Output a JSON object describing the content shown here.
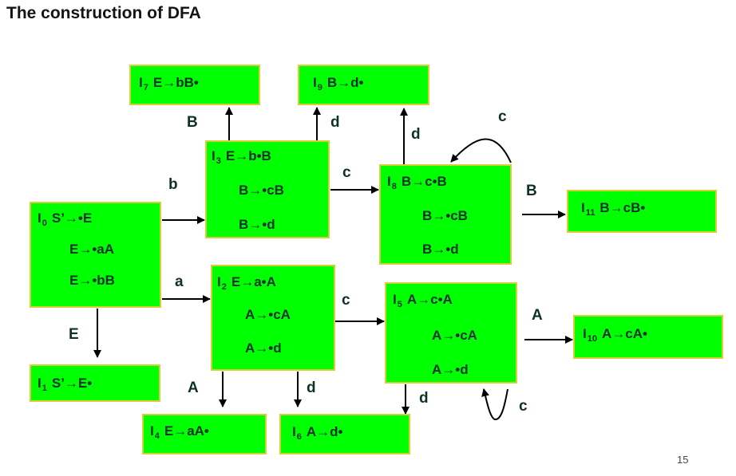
{
  "title": "The construction of DFA",
  "page_number": "15",
  "states": {
    "I0": {
      "id": "I",
      "sub": "0",
      "items": [
        "S’→•E",
        "E→•aA",
        "E→•bB"
      ]
    },
    "I1": {
      "id": "I",
      "sub": "1",
      "items": [
        "S’→E•"
      ]
    },
    "I2": {
      "id": "I",
      "sub": "2",
      "items": [
        "E→a•A",
        "A→•cA",
        "A→•d"
      ]
    },
    "I3": {
      "id": "I",
      "sub": "3",
      "items": [
        "E→b•B",
        "B→•cB",
        "B→•d"
      ]
    },
    "I4": {
      "id": "I",
      "sub": "4",
      "items": [
        "E→aA•"
      ]
    },
    "I5": {
      "id": "I",
      "sub": "5",
      "items": [
        "A→c•A",
        "A→•cA",
        "A→•d"
      ]
    },
    "I6": {
      "id": "I",
      "sub": "6",
      "items": [
        "A→d•"
      ]
    },
    "I7": {
      "id": "I",
      "sub": "7",
      "items": [
        "E→bB•"
      ]
    },
    "I8": {
      "id": "I",
      "sub": "8",
      "items": [
        "B→c•B",
        "B→•cB",
        "B→•d"
      ]
    },
    "I9": {
      "id": "I",
      "sub": "9",
      "items": [
        "B→d•"
      ]
    },
    "I10": {
      "id": "I",
      "sub": "10",
      "items": [
        "A→cA•"
      ]
    },
    "I11": {
      "id": "I",
      "sub": "11",
      "items": [
        "B→cB•"
      ]
    }
  },
  "transitions": {
    "I0_I3": "b",
    "I0_I2": "a",
    "I0_I1": "E",
    "I3_I7": "B",
    "I3_I9": "d",
    "I3_I8": "c",
    "I8_I8": "c",
    "I8_I9": "d",
    "I8_I11": "B",
    "I2_I5": "c",
    "I2_I4": "A",
    "I2_I6": "d",
    "I5_I10": "A",
    "I5_I6": "d",
    "I5_I5": "c"
  },
  "colors": {
    "state_fill": "#00ff00",
    "state_border": "#d6cf3a",
    "text": "#10302a",
    "arrow": "#000000"
  }
}
